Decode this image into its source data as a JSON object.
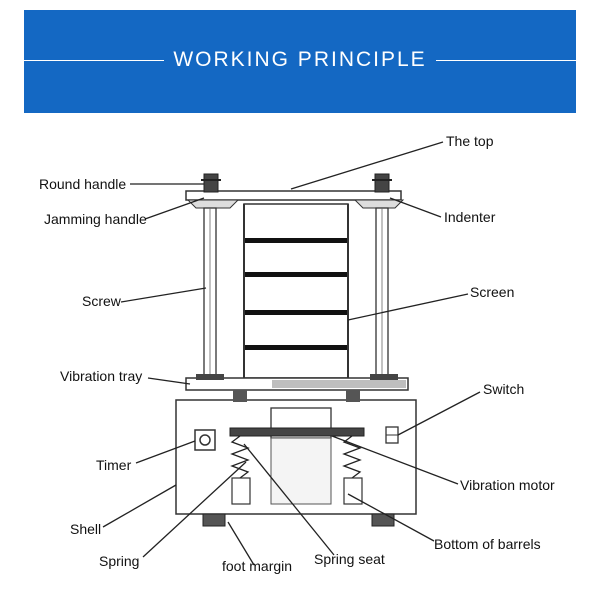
{
  "header": {
    "title": "WORKING PRINCIPLE",
    "background": "#1468c3"
  },
  "labels": {
    "the_top": "The top",
    "round_handle": "Round handle",
    "jamming_handle": "Jamming handle",
    "indenter": "Indenter",
    "screw": "Screw",
    "screen": "Screen",
    "vibration_tray": "Vibration tray",
    "switch": "Switch",
    "timer": "Timer",
    "vibration_motor": "Vibration motor",
    "shell": "Shell",
    "bottom_of_barrels": "Bottom of barrels",
    "spring": "Spring",
    "foot_margin": "foot margin",
    "spring_seat": "Spring seat"
  }
}
